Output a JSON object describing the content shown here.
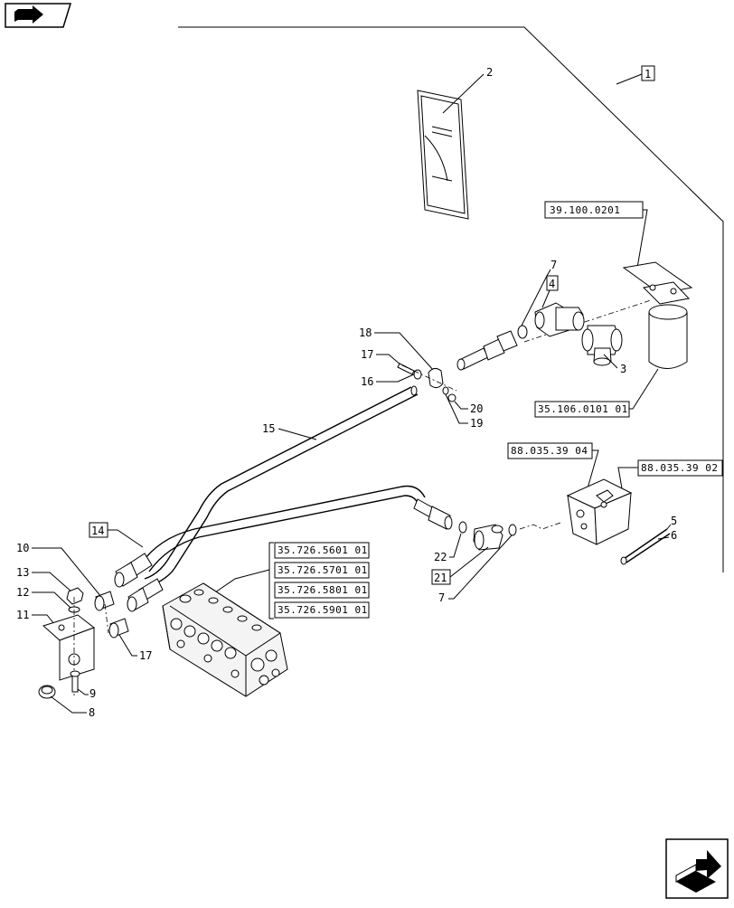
{
  "diagram": {
    "icons": {
      "top_left": "previous-page-arrow-icon",
      "bottom_right": "next-page-arrow-icon"
    },
    "group_label": "1",
    "reference_codes": {
      "filter_bracket": "39.100.0201",
      "filter": "35.106.0101 01",
      "valve_left": "88.035.39 04",
      "valve_right": "88.035.39 02",
      "control_valve": [
        "35.726.5601 01",
        "35.726.5701 01",
        "35.726.5801 01",
        "35.726.5901 01"
      ]
    },
    "boxed_callouts": {
      "elbow": "4",
      "hose_left": "14",
      "fitting_21": "21"
    },
    "callouts": {
      "c2": "2",
      "c7a": "7",
      "c3": "3",
      "c18": "18",
      "c17a": "17",
      "c16": "16",
      "c20": "20",
      "c19": "19",
      "c15": "15",
      "c5": "5",
      "c6": "6",
      "c22": "22",
      "c7b": "7",
      "c10": "10",
      "c13": "13",
      "c12": "12",
      "c11": "11",
      "c17b": "17",
      "c9": "9",
      "c8": "8"
    }
  }
}
